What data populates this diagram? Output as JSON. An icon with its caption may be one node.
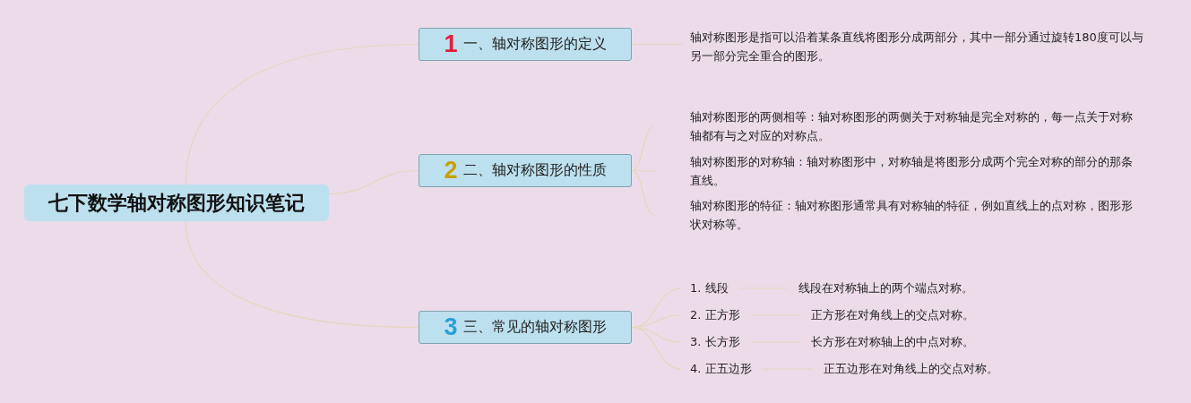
{
  "diagram": {
    "nodes": [
      {
        "text": [
          "七下数学轴对称图形知识笔记"
        ]
      },
      {
        "text": [
          "1",
          "一、轴对称图形的定义"
        ]
      },
      {
        "text": [
          "轴对称图形是指可以沿着某条直线将图形分成两部分，其中一部分通过旋转180度可以与另一部分完全重合的图形。"
        ]
      },
      {
        "text": [
          "2",
          "二、轴对称图形的性质"
        ]
      },
      {
        "text": [
          "轴对称图形的两侧相等：轴对称图形的两侧关于对称轴是完全对称的，每一点关于对称轴都有与之对应的对称点。"
        ]
      },
      {
        "text": [
          "轴对称图形的对称轴：轴对称图形中，对称轴是将图形分成两个完全对称的部分的那条直线。"
        ]
      },
      {
        "text": [
          "轴对称图形的特征：轴对称图形通常具有对称轴的特征，例如直线上的点对称，图形形状对称等。"
        ]
      },
      {
        "text": [
          "3",
          "三、常见的轴对称图形"
        ]
      },
      {
        "text": [
          "1. 线段"
        ]
      },
      {
        "text": [
          "线段在对称轴上的两个端点对称。"
        ]
      },
      {
        "text": [
          "2. 正方形"
        ]
      },
      {
        "text": [
          "正方形在对角线上的交点对称。"
        ]
      },
      {
        "text": [
          "3. 长方形"
        ]
      },
      {
        "text": [
          "长方形在对称轴上的中点对称。"
        ]
      },
      {
        "text": [
          "4. 正五边形"
        ]
      },
      {
        "text": [
          "正五边形在对角线上的交点对称。"
        ]
      }
    ],
    "edges": [
      {
        "from": 0,
        "to": 1,
        "arrow": "none"
      },
      {
        "from": 0,
        "to": 3,
        "arrow": "none"
      },
      {
        "from": 0,
        "to": 7,
        "arrow": "none"
      },
      {
        "from": 1,
        "to": 2,
        "arrow": "none"
      },
      {
        "from": 3,
        "to": 4,
        "arrow": "none"
      },
      {
        "from": 3,
        "to": 5,
        "arrow": "none"
      },
      {
        "from": 3,
        "to": 6,
        "arrow": "none"
      },
      {
        "from": 7,
        "to": 8,
        "arrow": "none"
      },
      {
        "from": 7,
        "to": 10,
        "arrow": "none"
      },
      {
        "from": 7,
        "to": 12,
        "arrow": "none"
      },
      {
        "from": 7,
        "to": 14,
        "arrow": "none"
      },
      {
        "from": 8,
        "to": 9,
        "arrow": "none"
      },
      {
        "from": 10,
        "to": 11,
        "arrow": "none"
      },
      {
        "from": 12,
        "to": 13,
        "arrow": "none"
      },
      {
        "from": 14,
        "to": 15,
        "arrow": "none"
      }
    ]
  }
}
